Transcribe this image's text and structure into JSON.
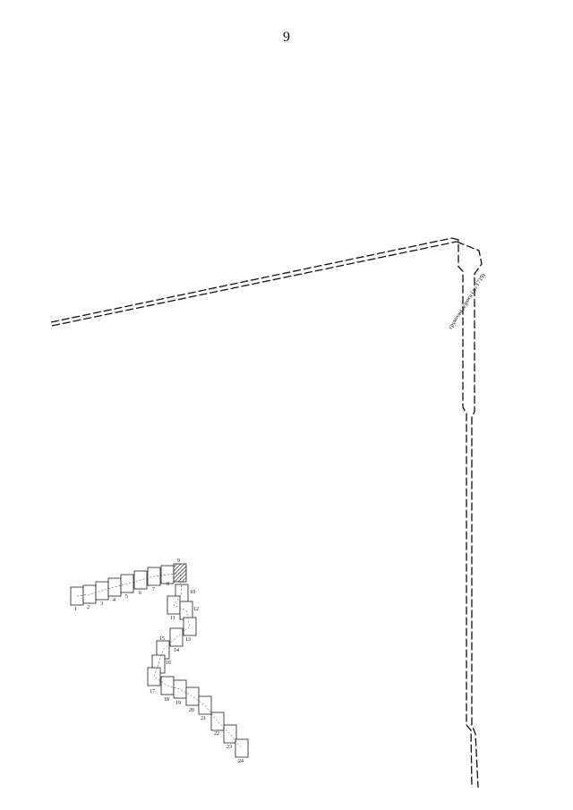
{
  "page": {
    "number": "9",
    "road_annotation": "грунтова дорога (до 1719)"
  },
  "plan": {
    "squares": [
      {
        "label": "1"
      },
      {
        "label": "2"
      },
      {
        "label": "3"
      },
      {
        "label": "4"
      },
      {
        "label": "5"
      },
      {
        "label": "6"
      },
      {
        "label": "7"
      },
      {
        "label": "8"
      },
      {
        "label": "9",
        "hatched": true
      },
      {
        "label": "10"
      },
      {
        "label": "11"
      },
      {
        "label": "12"
      },
      {
        "label": "13"
      },
      {
        "label": "14"
      },
      {
        "label": "15"
      },
      {
        "label": "16"
      },
      {
        "label": "17"
      },
      {
        "label": "18"
      },
      {
        "label": "19"
      },
      {
        "label": "20"
      },
      {
        "label": "21"
      },
      {
        "label": "22"
      },
      {
        "label": "23"
      },
      {
        "label": "24"
      }
    ]
  }
}
